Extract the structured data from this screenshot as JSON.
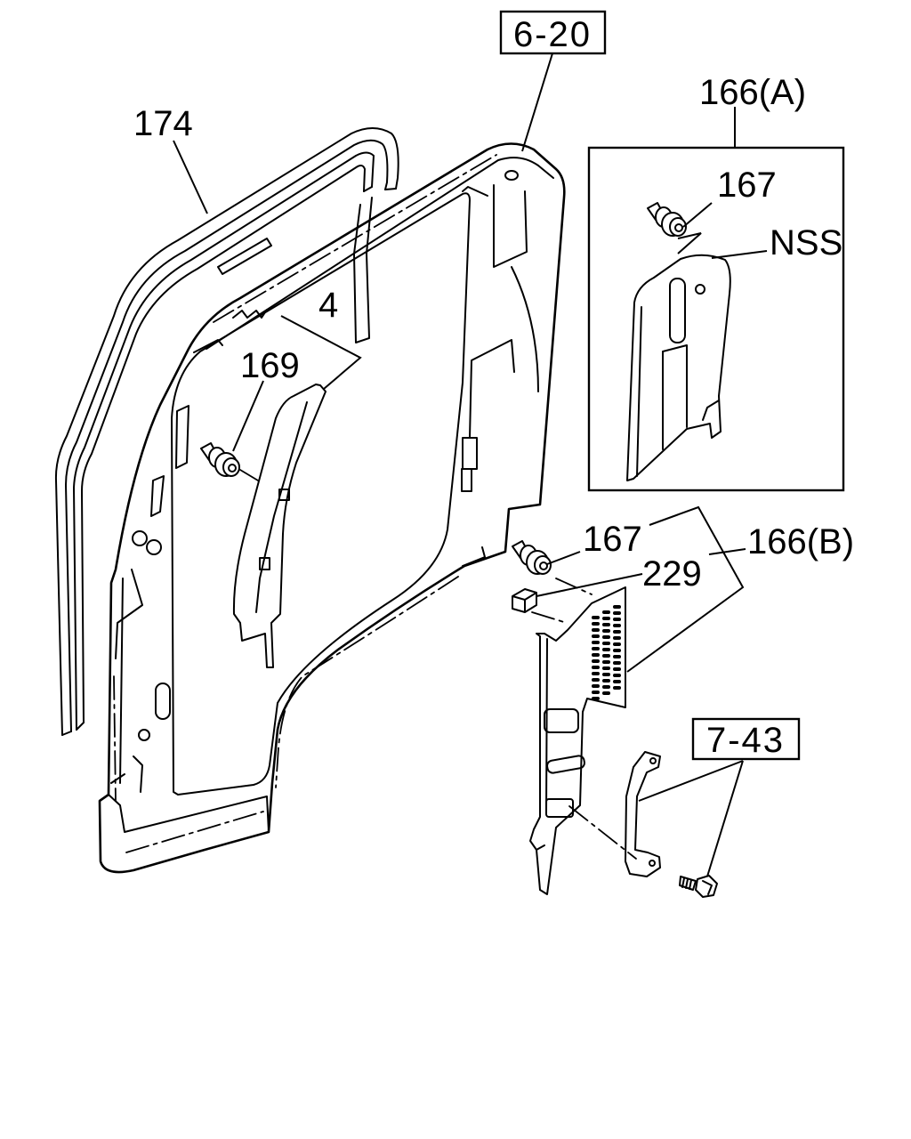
{
  "callouts": {
    "ref_6_20": "6-20",
    "part_174": "174",
    "part_166a": "166(A)",
    "part_167_a": "167",
    "nss": "NSS",
    "part_4": "4",
    "part_169": "169",
    "part_167_b": "167",
    "part_166b": "166(B)",
    "part_229": "229",
    "ref_7_43": "7-43"
  },
  "colors": {
    "line": "#000000",
    "background": "#ffffff"
  }
}
